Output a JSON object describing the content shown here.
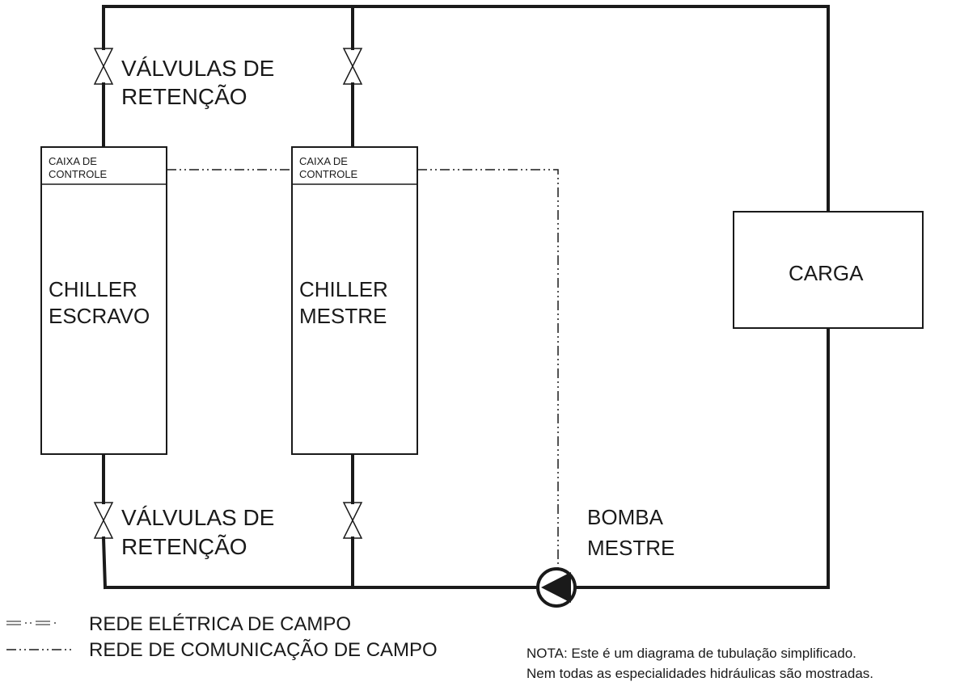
{
  "valves": {
    "top_label_line1": "VÁLVULAS DE",
    "top_label_line2": "RETENÇÃO",
    "bottom_label_line1": "VÁLVULAS DE",
    "bottom_label_line2": "RETENÇÃO"
  },
  "chiller_slave": {
    "control_line1": "CAIXA DE",
    "control_line2": "CONTROLE",
    "name_line1": "CHILLER",
    "name_line2": "ESCRAVO"
  },
  "chiller_master": {
    "control_line1": "CAIXA DE",
    "control_line2": "CONTROLE",
    "name_line1": "CHILLER",
    "name_line2": "MESTRE"
  },
  "load": {
    "label": "CARGA"
  },
  "pump": {
    "label_line1": "BOMBA",
    "label_line2": "MESTRE"
  },
  "legend": {
    "electrical": "REDE ELÉTRICA DE CAMPO",
    "communication": "REDE DE COMUNICAÇÃO DE CAMPO"
  },
  "note": {
    "line1": "NOTA: Este é um diagrama de tubulação simplificado.",
    "line2": "Nem todas as especialidades hidráulicas são mostradas."
  }
}
